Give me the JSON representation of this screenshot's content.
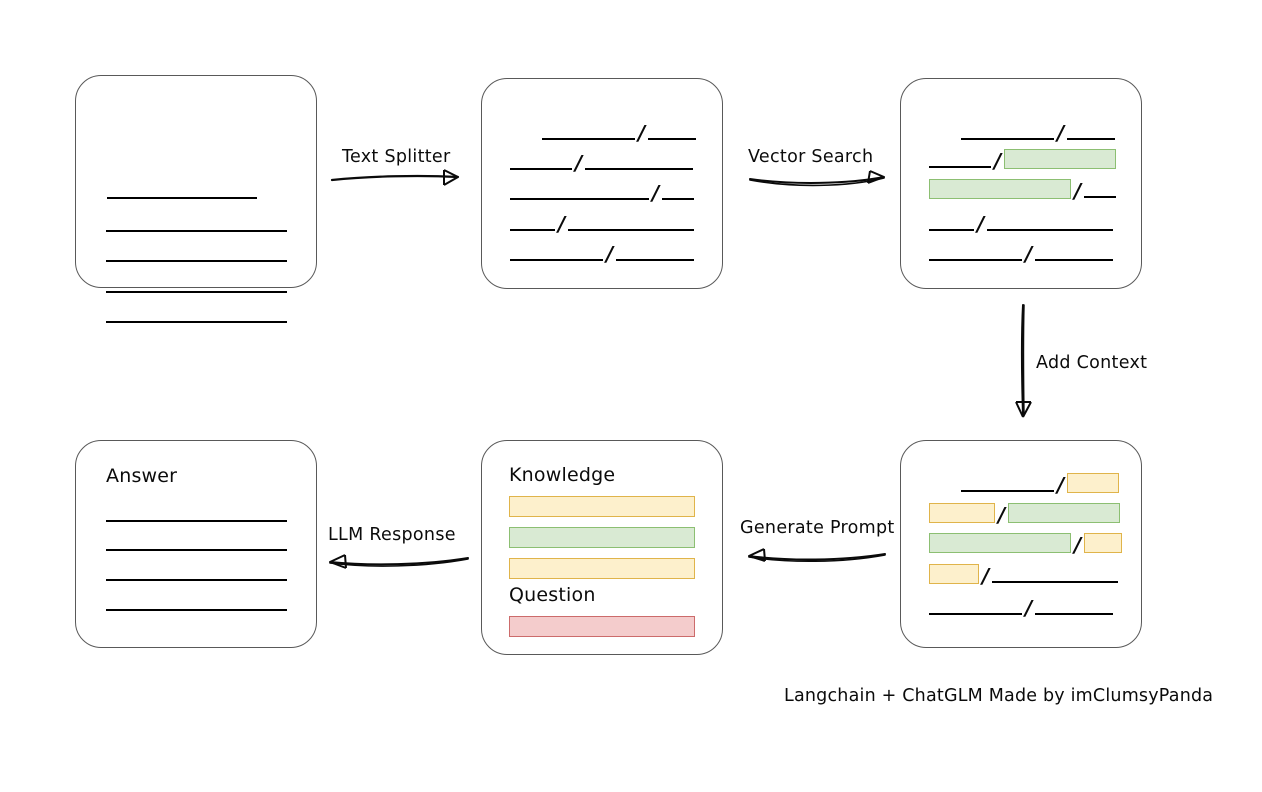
{
  "diagram": {
    "title_caption": "Langchain + ChatGLM Made by imClumsyPanda",
    "colors": {
      "green_fill": "#d9ead3",
      "green_border": "#8cbf72",
      "yellow_fill": "#fdf0cc",
      "yellow_border": "#e0b44a",
      "red_fill": "#f4cccc",
      "red_border": "#cc6b6b",
      "box_border": "#595959",
      "line": "#000000"
    },
    "nodes": {
      "source_document": {
        "name": "source-document",
        "lines": [
          {
            "segments": [
              {
                "type": "line",
                "indent": 31,
                "width": 150
              }
            ]
          },
          {
            "segments": [
              {
                "type": "line",
                "indent": 0,
                "width": 181
              }
            ]
          },
          {
            "segments": [
              {
                "type": "line",
                "indent": 0,
                "width": 181
              }
            ]
          },
          {
            "segments": [
              {
                "type": "line",
                "indent": 0,
                "width": 181
              }
            ]
          },
          {
            "segments": [
              {
                "type": "line",
                "indent": 0,
                "width": 181
              }
            ]
          }
        ]
      },
      "split_chunks": {
        "name": "split-text-chunks",
        "lines": [
          {
            "indent": 35,
            "segments": [
              {
                "type": "line",
                "width": 93
              },
              {
                "type": "slash"
              },
              {
                "type": "line",
                "width": 48
              }
            ]
          },
          {
            "indent": 0,
            "segments": [
              {
                "type": "line",
                "width": 62
              },
              {
                "type": "slash"
              },
              {
                "type": "line",
                "width": 108
              }
            ]
          },
          {
            "indent": 0,
            "segments": [
              {
                "type": "line",
                "width": 139
              },
              {
                "type": "slash"
              },
              {
                "type": "line",
                "width": 32
              }
            ]
          },
          {
            "indent": 0,
            "segments": [
              {
                "type": "line",
                "width": 45
              },
              {
                "type": "slash"
              },
              {
                "type": "line",
                "width": 126
              }
            ]
          },
          {
            "indent": 0,
            "segments": [
              {
                "type": "line",
                "width": 93
              },
              {
                "type": "slash"
              },
              {
                "type": "line",
                "width": 78
              }
            ]
          }
        ]
      },
      "matched_chunks": {
        "name": "vector-matched-chunks",
        "lines": [
          {
            "indent": 35,
            "segments": [
              {
                "type": "line",
                "width": 93
              },
              {
                "type": "slash"
              },
              {
                "type": "line",
                "width": 48
              }
            ]
          },
          {
            "indent": 0,
            "segments": [
              {
                "type": "line",
                "width": 62
              },
              {
                "type": "slash"
              },
              {
                "type": "green",
                "width": 112
              }
            ]
          },
          {
            "indent": 0,
            "segments": [
              {
                "type": "green",
                "width": 142
              },
              {
                "type": "slash"
              },
              {
                "type": "line",
                "width": 32
              }
            ]
          },
          {
            "indent": 0,
            "segments": [
              {
                "type": "line",
                "width": 45
              },
              {
                "type": "slash"
              },
              {
                "type": "line",
                "width": 126
              }
            ]
          },
          {
            "indent": 0,
            "segments": [
              {
                "type": "line",
                "width": 93
              },
              {
                "type": "slash"
              },
              {
                "type": "line",
                "width": 78
              }
            ]
          }
        ]
      },
      "context_chunks": {
        "name": "context-enriched-chunks",
        "lines": [
          {
            "indent": 35,
            "segments": [
              {
                "type": "line",
                "width": 93
              },
              {
                "type": "slash"
              },
              {
                "type": "yellow",
                "width": 52
              }
            ]
          },
          {
            "indent": 0,
            "segments": [
              {
                "type": "yellow",
                "width": 66
              },
              {
                "type": "slash"
              },
              {
                "type": "green",
                "width": 112
              }
            ]
          },
          {
            "indent": 0,
            "segments": [
              {
                "type": "green",
                "width": 142
              },
              {
                "type": "slash"
              },
              {
                "type": "yellow",
                "width": 38
              }
            ]
          },
          {
            "indent": 0,
            "segments": [
              {
                "type": "yellow",
                "width": 50
              },
              {
                "type": "slash"
              },
              {
                "type": "line",
                "width": 126
              }
            ]
          },
          {
            "indent": 0,
            "segments": [
              {
                "type": "line",
                "width": 93
              },
              {
                "type": "slash"
              },
              {
                "type": "line",
                "width": 78
              }
            ]
          }
        ]
      },
      "prompt": {
        "name": "generated-prompt",
        "knowledge_label": "Knowledge",
        "question_label": "Question",
        "knowledge_bars": [
          {
            "color": "yellow"
          },
          {
            "color": "green"
          },
          {
            "color": "yellow"
          }
        ],
        "question_bars": [
          {
            "color": "red"
          }
        ]
      },
      "answer": {
        "name": "answer-document",
        "label": "Answer",
        "lines": [
          {
            "width": 181
          },
          {
            "width": 181
          },
          {
            "width": 181
          },
          {
            "width": 181
          }
        ]
      }
    },
    "edges": [
      {
        "id": "text-splitter",
        "label": "Text Splitter",
        "direction": "right"
      },
      {
        "id": "vector-search",
        "label": "Vector Search",
        "direction": "right"
      },
      {
        "id": "add-context",
        "label": "Add Context",
        "direction": "down"
      },
      {
        "id": "generate-prompt",
        "label": "Generate Prompt",
        "direction": "left"
      },
      {
        "id": "llm-response",
        "label": "LLM Response",
        "direction": "left"
      }
    ]
  }
}
